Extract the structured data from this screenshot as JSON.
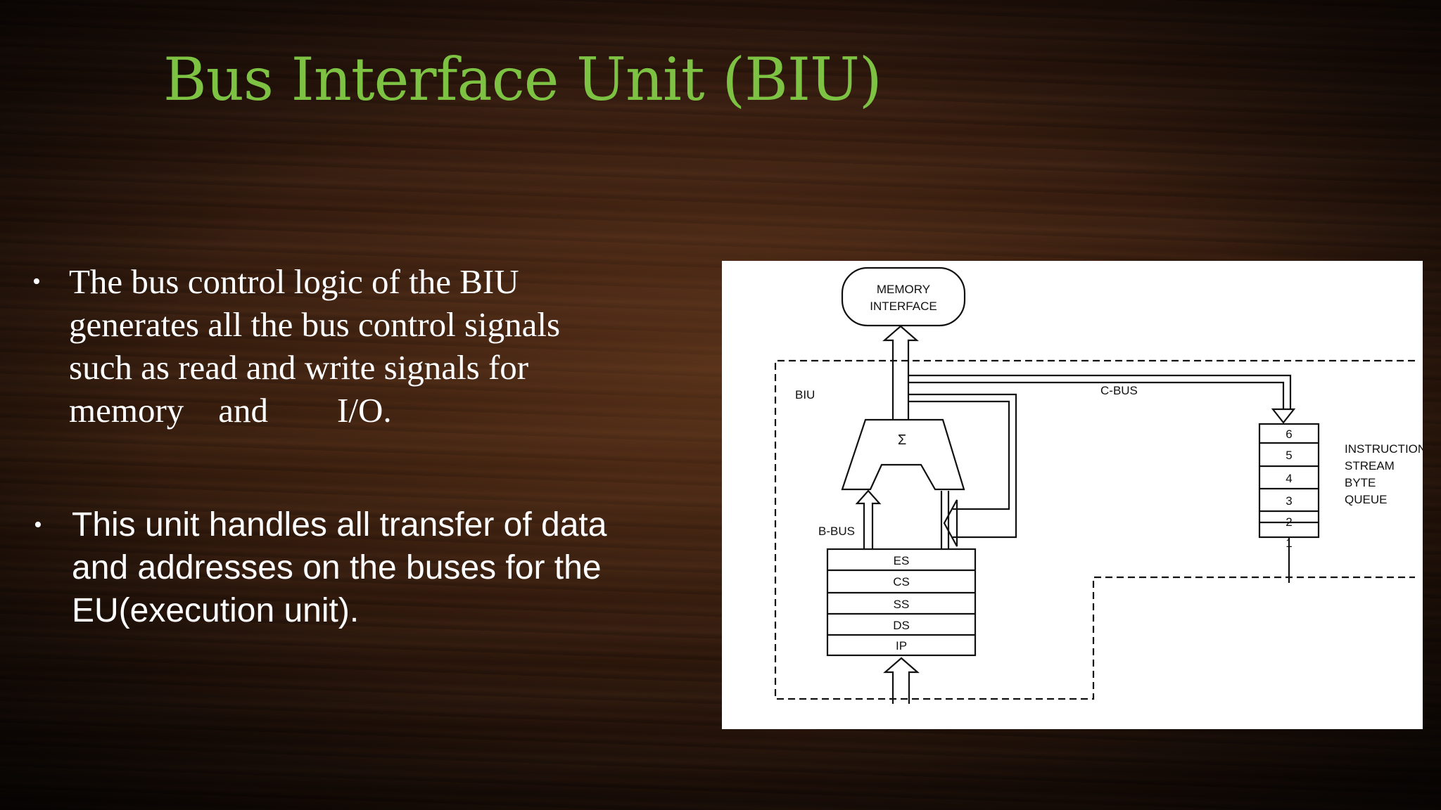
{
  "slide": {
    "title": "Bus Interface Unit (BIU)",
    "bullets": [
      {
        "marker": "•",
        "text": "The bus control logic of the BIU generates all the bus control signals such as read and write signals for memory    and        I/O."
      },
      {
        "marker": "•",
        "text": "This unit handles all transfer of data and addresses on the buses for the EU(execution unit)."
      }
    ]
  },
  "diagram": {
    "memory_interface": [
      "MEMORY",
      "INTERFACE"
    ],
    "biu_label": "BIU",
    "c_bus_label": "C-BUS",
    "b_bus_label": "B-BUS",
    "adder_symbol": "Σ",
    "registers": [
      "ES",
      "CS",
      "SS",
      "DS",
      "IP"
    ],
    "queue_slots": [
      "6",
      "5",
      "4",
      "3",
      "2",
      "1"
    ],
    "queue_label": [
      "INSTRUCTION",
      "STREAM",
      "BYTE",
      "QUEUE"
    ]
  },
  "colors": {
    "title": "#7dc242",
    "text": "#ffffff",
    "diagram_bg": "#ffffff"
  }
}
